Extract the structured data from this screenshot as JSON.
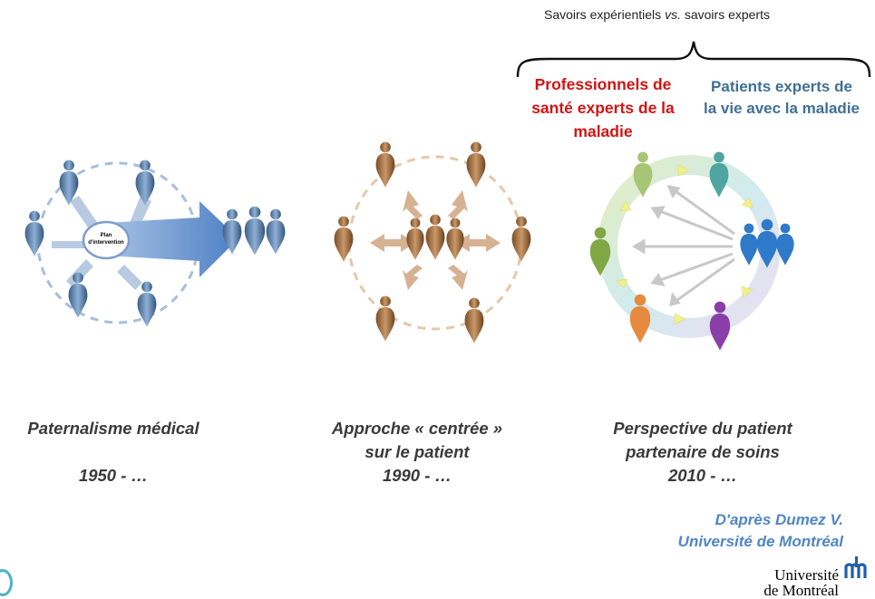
{
  "header": {
    "prefix": "Savoirs expérientiels ",
    "vs": "vs.",
    "suffix": " savoirs experts"
  },
  "labels": {
    "professionals": [
      "Professionnels de",
      "santé experts de la",
      "maladie"
    ],
    "patients": [
      "Patients experts de",
      "la vie avec la maladie"
    ]
  },
  "panels": [
    {
      "hub_label_1": "Plan",
      "hub_label_2": "d'intervention",
      "caption": [
        "Paternalisme médical",
        "",
        "1950 - …"
      ],
      "color": "#5c7fa8"
    },
    {
      "caption": [
        "Approche « centrée »",
        "sur le patient",
        "1990 - …"
      ],
      "color": "#9a6a3e"
    },
    {
      "caption": [
        "Perspective du patient",
        "partenaire de soins",
        "2010 - …"
      ]
    }
  ],
  "credit": [
    "D'après Dumez V.",
    "Université de Montréal"
  ],
  "logo": [
    "Université",
    "de Montréal"
  ],
  "colors": {
    "red": "#d21414",
    "blue_text": "#3f6f97",
    "credit": "#4f86c6"
  }
}
